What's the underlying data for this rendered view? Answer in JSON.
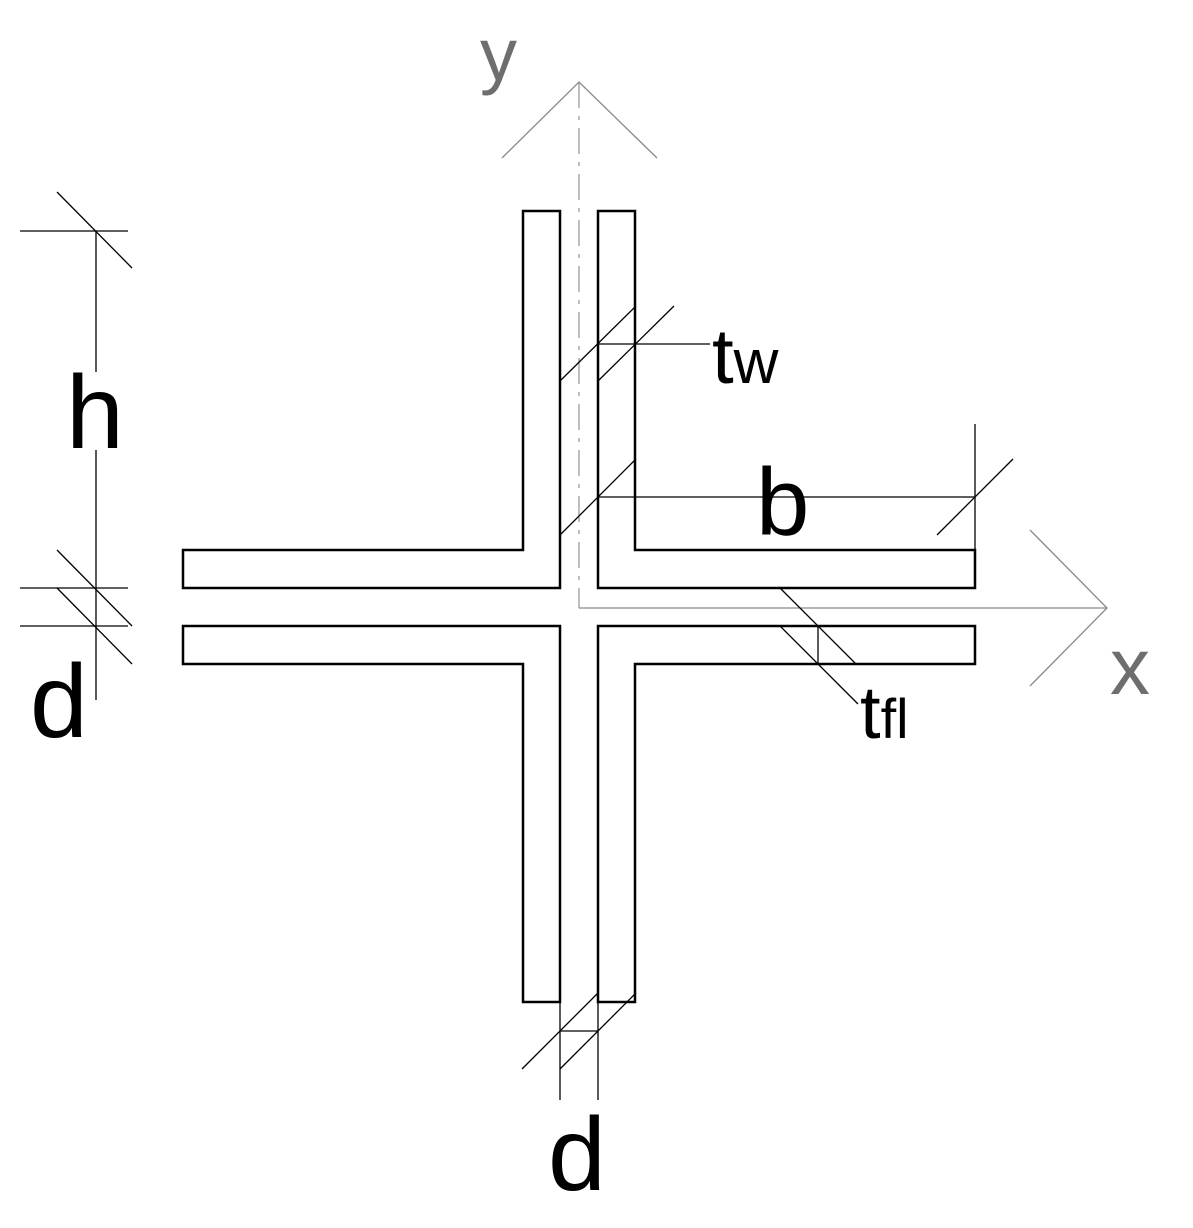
{
  "labels": {
    "y_axis": "y",
    "x_axis": "x",
    "h": "h",
    "d_left": "d",
    "d_bottom": "d",
    "b": "b",
    "t_w_main": "t",
    "t_w_sub": "w",
    "t_fl_main": "t",
    "t_fl_sub": "fl"
  },
  "colors": {
    "shape_stroke": "#000000",
    "axis_stroke": "#8a8a8a",
    "axis_label": "#6e6e6e"
  }
}
